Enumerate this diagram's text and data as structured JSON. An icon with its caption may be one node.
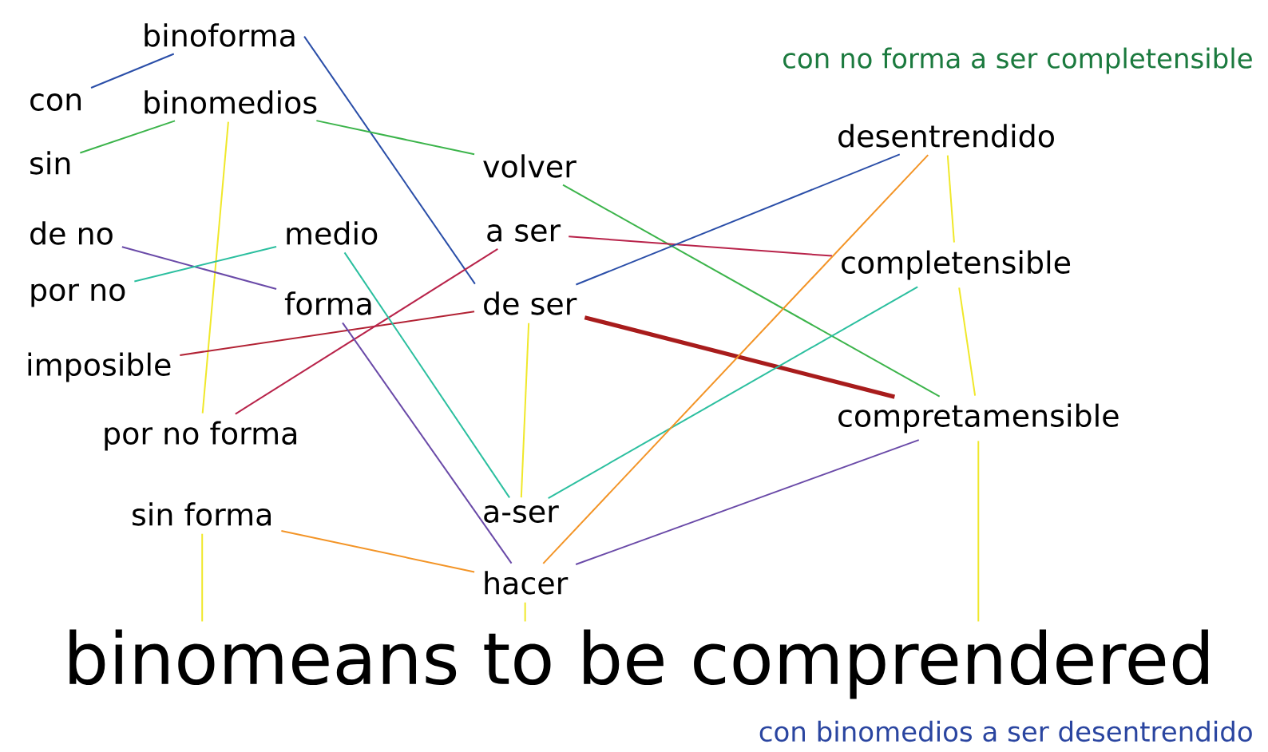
{
  "diagram": {
    "nodes": [
      {
        "text": [
          "binoforma"
        ]
      },
      {
        "text": [
          "con"
        ]
      },
      {
        "text": [
          "binomedios"
        ]
      },
      {
        "text": [
          "sin"
        ]
      },
      {
        "text": [
          "volver"
        ]
      },
      {
        "text": [
          "de no"
        ]
      },
      {
        "text": [
          "medio"
        ]
      },
      {
        "text": [
          "a ser"
        ]
      },
      {
        "text": [
          "por no"
        ]
      },
      {
        "text": [
          "forma"
        ]
      },
      {
        "text": [
          "de ser"
        ]
      },
      {
        "text": [
          "imposible"
        ]
      },
      {
        "text": [
          "por no forma"
        ]
      },
      {
        "text": [
          "sin forma"
        ]
      },
      {
        "text": [
          "a-ser"
        ]
      },
      {
        "text": [
          "hacer"
        ]
      },
      {
        "text": [
          "desentrendido"
        ]
      },
      {
        "text": [
          "completensible"
        ]
      },
      {
        "text": [
          "compretamensible"
        ]
      },
      {
        "text": [
          "binomeans to be comprendered"
        ]
      }
    ],
    "edges": [
      {
        "from": 1,
        "to": 0,
        "arrow": "none",
        "color": "#2a4ea8"
      },
      {
        "from": 3,
        "to": 2,
        "arrow": "none",
        "color": "#3cb44b"
      },
      {
        "from": 0,
        "to": 10,
        "arrow": "none",
        "color": "#2a4ea8"
      },
      {
        "from": 2,
        "to": 4,
        "arrow": "none",
        "color": "#3cb44b"
      },
      {
        "from": 2,
        "to": 12,
        "arrow": "none",
        "color": "#f0e82a"
      },
      {
        "from": 5,
        "to": 9,
        "arrow": "none",
        "color": "#6a4aa8"
      },
      {
        "from": 8,
        "to": 6,
        "arrow": "none",
        "color": "#2bbf9f"
      },
      {
        "from": 11,
        "to": 10,
        "arrow": "none",
        "color": "#b22234"
      },
      {
        "from": 12,
        "to": 7,
        "arrow": "none",
        "color": "#b8234a"
      },
      {
        "from": 6,
        "to": 14,
        "arrow": "none",
        "color": "#2bbf9f"
      },
      {
        "from": 9,
        "to": 15,
        "arrow": "none",
        "color": "#6a4aa8"
      },
      {
        "from": 13,
        "to": 15,
        "arrow": "none",
        "color": "#f39426"
      },
      {
        "from": 13,
        "to": 19,
        "arrow": "none",
        "color": "#f0e82a"
      },
      {
        "from": 10,
        "to": 14,
        "arrow": "none",
        "color": "#f0e82a"
      },
      {
        "from": 15,
        "to": 19,
        "arrow": "none",
        "color": "#f0e82a"
      },
      {
        "from": 4,
        "to": 18,
        "arrow": "none",
        "color": "#3cb44b"
      },
      {
        "from": 7,
        "to": 17,
        "arrow": "none",
        "color": "#b8234a"
      },
      {
        "from": 10,
        "to": 16,
        "arrow": "none",
        "color": "#2a4ea8"
      },
      {
        "from": 10,
        "to": 18,
        "arrow": "none",
        "style": "thick",
        "color": "#a81c1c"
      },
      {
        "from": 14,
        "to": 17,
        "arrow": "none",
        "color": "#2bbf9f"
      },
      {
        "from": 15,
        "to": 16,
        "arrow": "none",
        "color": "#f39426"
      },
      {
        "from": 15,
        "to": 18,
        "arrow": "none",
        "color": "#6a4aa8"
      },
      {
        "from": 16,
        "to": 17,
        "arrow": "none",
        "color": "#f0e82a"
      },
      {
        "from": 17,
        "to": 18,
        "arrow": "none",
        "color": "#f0e82a"
      },
      {
        "from": 18,
        "to": 19,
        "arrow": "none",
        "color": "#f0e82a"
      }
    ],
    "labels": [
      "con no forma a ser completensible",
      "con binomedios a ser desentrendido"
    ]
  }
}
